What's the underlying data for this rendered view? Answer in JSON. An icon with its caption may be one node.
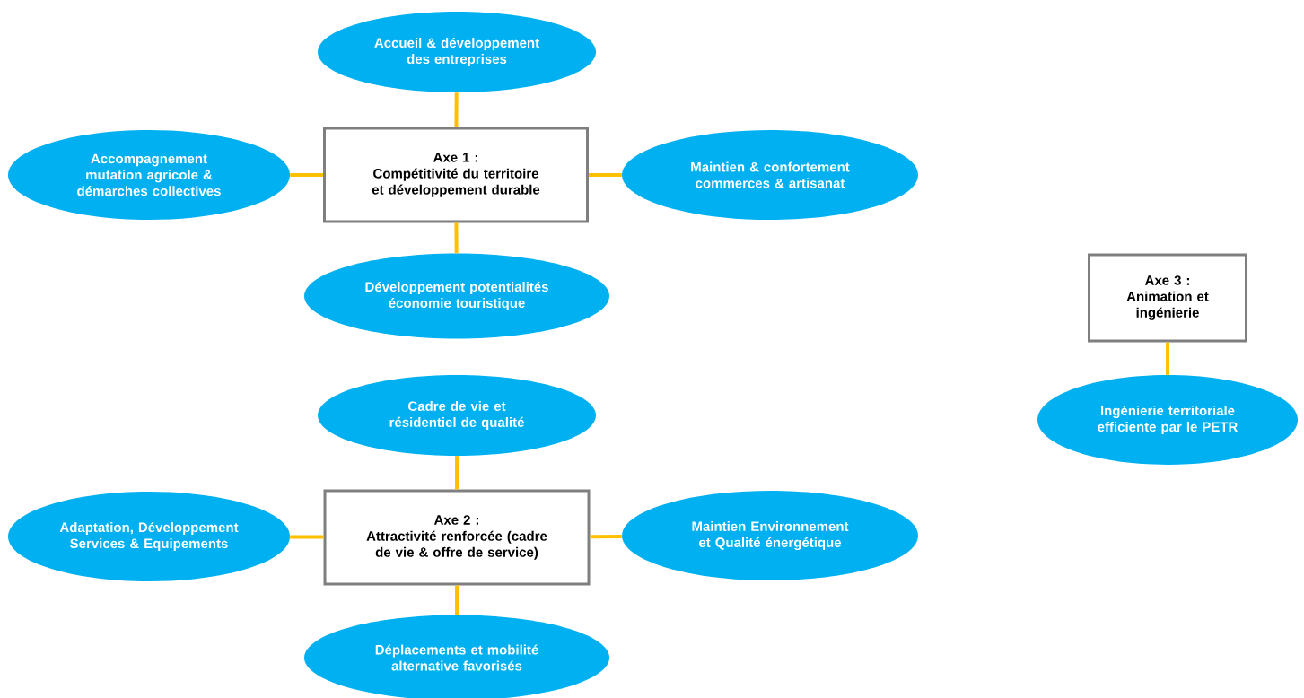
{
  "diagram": {
    "nodes": [
      {
        "text": [
          "Accueil & développement des entreprises"
        ]
      },
      {
        "text": [
          "Accompagnement mutation agricole & démarches collectives"
        ]
      },
      {
        "text": [
          "Axe 1 :",
          "Compétitivité du territoire et développement durable"
        ]
      },
      {
        "text": [
          "Maintien & confortement commerces & artisanat"
        ]
      },
      {
        "text": [
          "Développement potentialités économie touristique"
        ]
      },
      {
        "text": [
          "Axe 3 :",
          "Animation et ingénierie"
        ]
      },
      {
        "text": [
          "Cadre de vie et résidentiel de qualité"
        ]
      },
      {
        "text": [
          "Ingénierie territoriale efficiente par le PETR"
        ]
      },
      {
        "text": [
          "Adaptation, Développement Services & Equipements"
        ]
      },
      {
        "text": [
          "Axe 2 :",
          "Attractivité renforcée (cadre de vie & offre de service)"
        ]
      },
      {
        "text": [
          "Maintien Environnement et Qualité énergétique"
        ]
      },
      {
        "text": [
          "Déplacements et mobilité alternative favorisés"
        ]
      }
    ],
    "edges": [
      {
        "from": 2,
        "to": 0,
        "arrow": "none"
      },
      {
        "from": 2,
        "to": 1,
        "arrow": "none"
      },
      {
        "from": 2,
        "to": 3,
        "arrow": "none"
      },
      {
        "from": 2,
        "to": 4,
        "arrow": "none"
      },
      {
        "from": 9,
        "to": 6,
        "arrow": "none"
      },
      {
        "from": 9,
        "to": 8,
        "arrow": "none"
      },
      {
        "from": 9,
        "to": 10,
        "arrow": "none"
      },
      {
        "from": 9,
        "to": 11,
        "arrow": "none"
      },
      {
        "from": 5,
        "to": 7,
        "arrow": "none"
      }
    ]
  }
}
